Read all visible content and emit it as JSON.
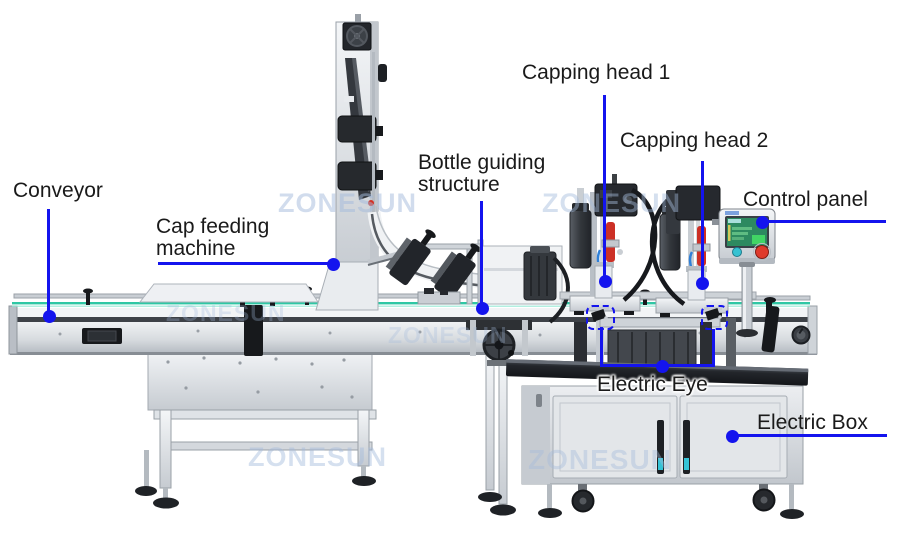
{
  "watermark": {
    "text": "ZONESUN"
  },
  "colors": {
    "annotation_blue": "#1414ee",
    "machine_steel_light": "#eef0f3",
    "machine_steel_dark": "#c8cdd3",
    "dark_metal": "#26292e",
    "conveyor_glass_teal": "#2fc7a4",
    "hmi_screen_green": "#2d8a60",
    "estop_red": "#df3a2c",
    "panel_cyan_button": "#37c2d2",
    "capper_red_tube": "#cc3026"
  },
  "annotations": {
    "conveyor": {
      "label": "Conveyor"
    },
    "cap_feeding_machine": {
      "label": "Cap feeding machine"
    },
    "bottle_guiding_structure": {
      "label": "Bottle guiding structure"
    },
    "capping_head_1": {
      "label": "Capping head 1"
    },
    "capping_head_2": {
      "label": "Capping head 2"
    },
    "control_panel": {
      "label": "Control panel"
    },
    "electric_eye": {
      "label": "Electric Eye"
    },
    "electric_box": {
      "label": "Electric Box"
    }
  }
}
